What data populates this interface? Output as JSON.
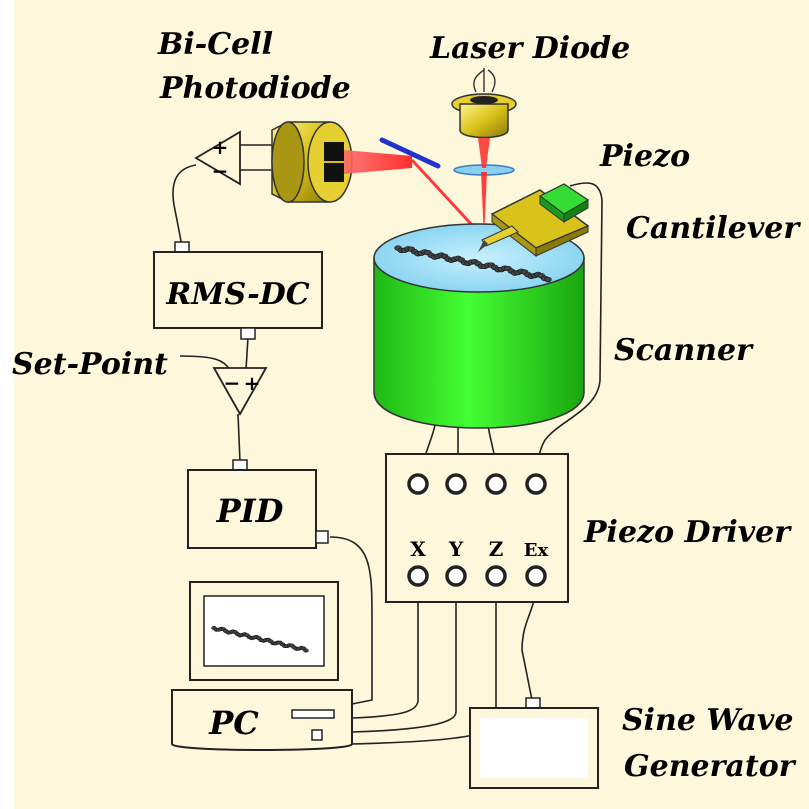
{
  "colors": {
    "background": "#fdf7dc",
    "scanner": "#33ee22",
    "laser": "#ff2a2a",
    "gold": "#d9c21a",
    "piezo": "#22cc22",
    "mirror": "#2233cc"
  },
  "labels": {
    "bicell_line1": "Bi-Cell",
    "bicell_line2": "Photodiode",
    "laser_diode": "Laser Diode",
    "piezo": "Piezo",
    "cantilever": "Cantilever",
    "scanner": "Scanner",
    "set_point": "Set-Point",
    "piezo_driver": "Piezo Driver",
    "sine_line1": "Sine Wave",
    "sine_line2": "Generator"
  },
  "boxes": {
    "rms_dc": "RMS-DC",
    "pid": "PID",
    "pc": "PC"
  },
  "driver_ports": [
    "X",
    "Y",
    "Z",
    "Ex"
  ],
  "amplifier_signs": {
    "top_plus": "+",
    "top_minus": "−",
    "setpoint_minus": "−",
    "setpoint_plus": "+"
  }
}
